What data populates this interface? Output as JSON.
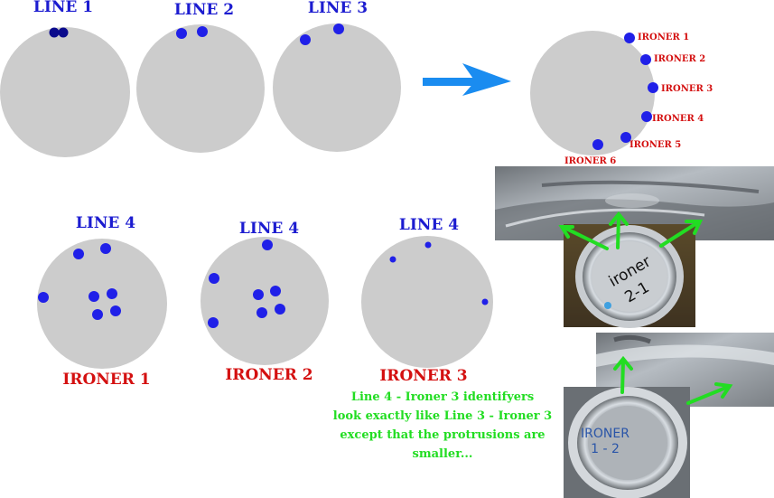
{
  "colors": {
    "disc": "#cccccc",
    "dot_dark": "#0a0a8c",
    "dot": "#2020e8",
    "label_blue": "#1c1cd0",
    "label_red": "#d41010",
    "arrow_blue": "#1a8cf0",
    "note_green": "#22dd22",
    "photo_metal": "#9a9a9a"
  },
  "top": {
    "line1": "LINE 1",
    "line2": "LINE 2",
    "line3": "LINE 3"
  },
  "summary_labels": [
    "IRONER 1",
    "IRONER 2",
    "IRONER 3",
    "IRONER 4",
    "IRONER 5",
    "IRONER 6"
  ],
  "line4": {
    "title": "LINE 4",
    "ironer1": "IRONER 1",
    "ironer2": "IRONER 2",
    "ironer3": "IRONER 3"
  },
  "note": {
    "line1": "Line 4 - Ironer 3 identifyers",
    "line2": "look exactly like Line 3 - Ironer 3",
    "line3": "except that the protrusions are",
    "line4": "smaller..."
  },
  "photo1_text": {
    "line1": "ironer",
    "line2": "2-1"
  },
  "photo2_text": {
    "line1": "IRONER",
    "line2": "1 - 2"
  }
}
